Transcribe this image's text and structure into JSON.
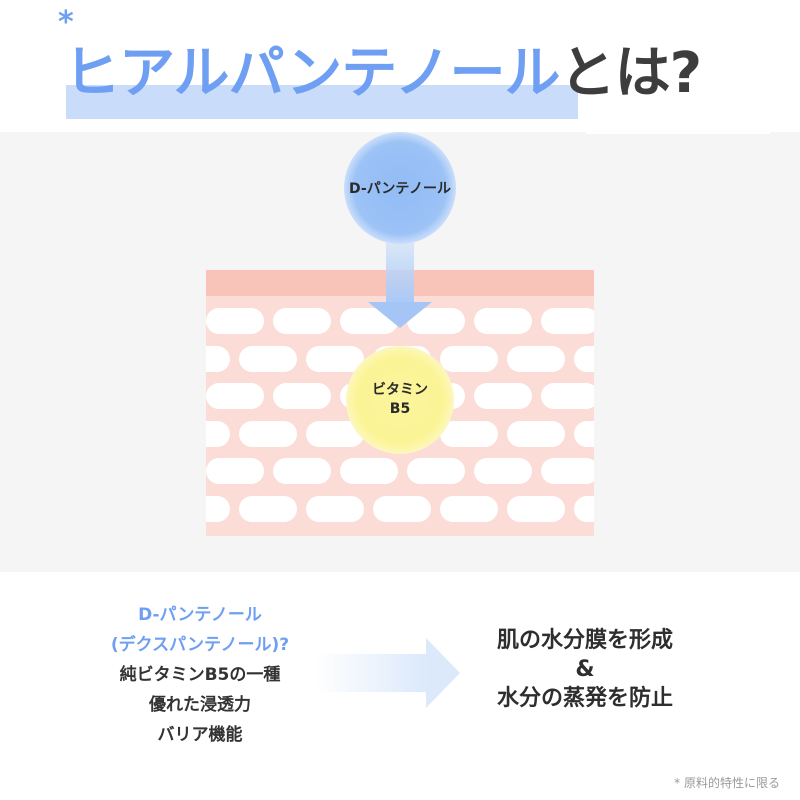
{
  "header": {
    "asterisk": "*",
    "title_accent": "ヒアルパンテノール",
    "title_rest": "とは?"
  },
  "diagram": {
    "top_circle_label": "D-パンテノール",
    "inner_circle_line1": "ビタミン",
    "inner_circle_line2": "B5"
  },
  "left_text": {
    "line1": "D-パンテノール",
    "line2": "(デクスパンテノール)?",
    "line3": "純ビタミンB5の一種",
    "line4": "優れた浸透力",
    "line5": "バリア機能"
  },
  "right_text": {
    "line1": "肌の水分膜を形成",
    "line2": "&",
    "line3": "水分の蒸発を防止"
  },
  "footnote": "* 原料的特性に限る",
  "colors": {
    "accent_blue": "#6e9ff2",
    "title_dark": "#3d3d3d",
    "skin_pink": "#fbdcd6",
    "skin_top": "#f8c4ba",
    "vitamin_yellow": "#fbf495"
  }
}
